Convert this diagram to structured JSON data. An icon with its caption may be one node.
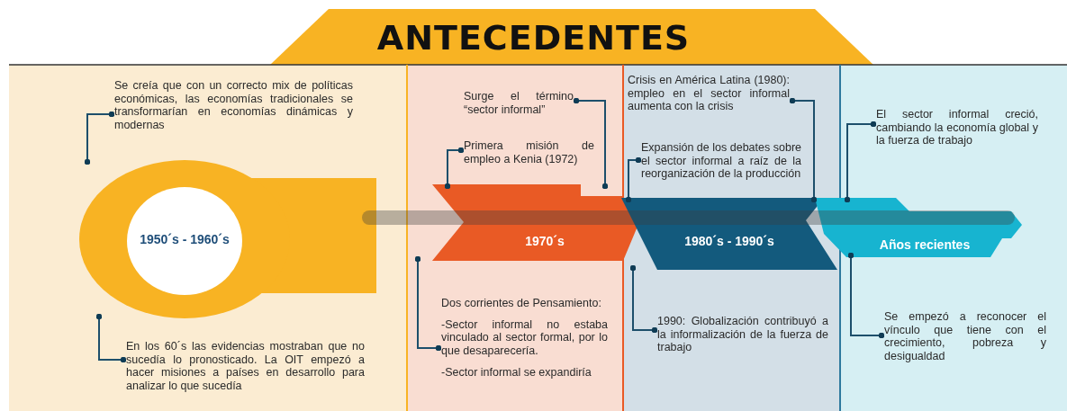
{
  "diagram": {
    "title": "ANTECEDENTES",
    "nodes": [
      {
        "text": [
          "1950´s - 1960´s"
        ]
      },
      {
        "text": [
          "1970´s"
        ]
      },
      {
        "text": [
          "1980´s - 1990´s"
        ]
      },
      {
        "text": [
          "Años recientes"
        ]
      },
      {
        "text": [
          "Se creía que con un correcto mix de políticas económicas, las economías tradicionales se transformarían en economías dinámicas y modernas"
        ]
      },
      {
        "text": [
          "En los 60´s las evidencias mostraban que no sucedía lo pronosticado. La OIT empezó a hacer misiones a países en desarrollo para analizar lo que sucedía"
        ]
      },
      {
        "text": [
          "Surge el término “sector informal”"
        ]
      },
      {
        "text": [
          "Primera misión de empleo a Kenia (1972)"
        ]
      },
      {
        "text": [
          "Dos corrientes de Pensamiento:",
          "-Sector informal no estaba vinculado al sector formal, por lo que desaparecería.",
          "-Sector informal se expandiría"
        ]
      },
      {
        "text": [
          "Crisis en América Latina (1980): empleo en el sector informal aumenta con la crisis"
        ]
      },
      {
        "text": [
          "Expansión de los debates sobre el sector informal a raíz de la reorganización de la producción"
        ]
      },
      {
        "text": [
          "1990: Globalización contribuyó a la informalización de la fuerza de trabajo"
        ]
      },
      {
        "text": [
          "El sector informal creció, cambiando la economía global y la fuerza de trabajo"
        ]
      },
      {
        "text": [
          "Se empezó a reconocer el vínculo que tiene con el crecimiento, pobreza y desigualdad"
        ]
      },
      {
        "text": [],
        "shape": "bar"
      }
    ],
    "edges": [
      {
        "from": 4,
        "to": 0,
        "arrow": "other"
      },
      {
        "from": 5,
        "to": 0,
        "arrow": "other"
      },
      {
        "from": 6,
        "to": 1,
        "arrow": "other"
      },
      {
        "from": 7,
        "to": 1,
        "arrow": "other"
      },
      {
        "from": 8,
        "to": 1,
        "arrow": "other"
      },
      {
        "from": 9,
        "to": 2,
        "arrow": "other"
      },
      {
        "from": 10,
        "to": 2,
        "arrow": "other"
      },
      {
        "from": 11,
        "to": 2,
        "arrow": "other"
      },
      {
        "from": 12,
        "to": 3,
        "arrow": "other"
      },
      {
        "from": 13,
        "to": 3,
        "arrow": "other"
      }
    ]
  }
}
